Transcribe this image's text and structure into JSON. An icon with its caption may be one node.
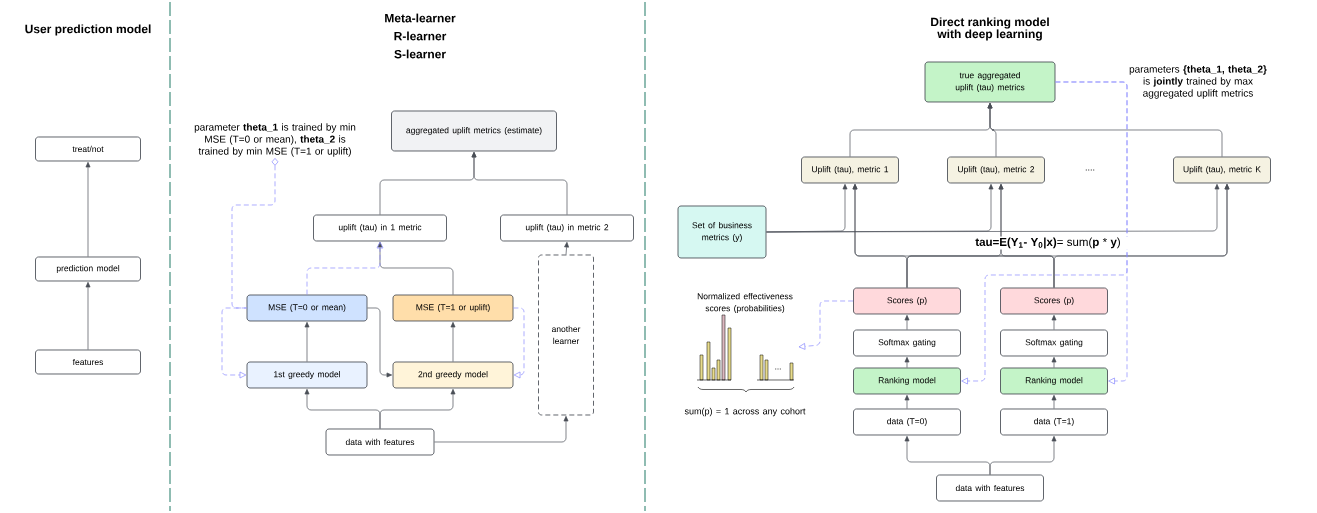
{
  "diagram": {
    "nodes": [
      {
        "text": [
          "treat/not"
        ]
      },
      {
        "text": [
          "prediction model"
        ]
      },
      {
        "text": [
          "features"
        ]
      },
      {
        "text": [
          "aggregated uplift metrics (estimate)"
        ]
      },
      {
        "text": [
          "uplift (tau) in 1 metric"
        ]
      },
      {
        "text": [
          "uplift (tau) in metric 2"
        ]
      },
      {
        "text": [
          "MSE (T=0 or mean)"
        ]
      },
      {
        "text": [
          "MSE (T=1 or uplift)"
        ]
      },
      {
        "text": [
          "another learner"
        ]
      },
      {
        "text": [
          "1st greedy model"
        ]
      },
      {
        "text": [
          "2nd greedy model"
        ]
      },
      {
        "text": [
          "data with features"
        ]
      },
      {
        "text": [
          "parameter **theta_1** is trained by min MSE (T=0 or mean), **theta_2** is trained by min MSE (T=1 or uplift)"
        ]
      },
      {
        "text": [
          "true aggregated uplift (tau) metrics"
        ]
      },
      {
        "text": [
          "Uplift (tau), metric 1"
        ]
      },
      {
        "text": [
          "Uplift (tau), metric 2"
        ]
      },
      {
        "text": [
          "Uplift (tau), metric K"
        ]
      },
      {
        "text": [
          "Set of business metrics (y)"
        ]
      },
      {
        "text": [
          "Scores (p)"
        ]
      },
      {
        "text": [
          "Scores (p)"
        ]
      },
      {
        "text": [
          "Softmax gating"
        ]
      },
      {
        "text": [
          "Softmax gating"
        ]
      },
      {
        "text": [
          "Ranking model"
        ]
      },
      {
        "text": [
          "Ranking model"
        ]
      },
      {
        "text": [
          "data (T=0)"
        ]
      },
      {
        "text": [
          "data (T=1)"
        ]
      },
      {
        "text": [
          "data with features"
        ]
      },
      {
        "text": [
          "parameters **{theta_1, theta_2}** is **jointly** trained by max aggregated uplift metrics"
        ]
      },
      {
        "text": [],
        "shape": "picture"
      }
    ],
    "edges": [
      {
        "from": 1,
        "to": 0,
        "arrow": "to"
      },
      {
        "from": 2,
        "to": 1,
        "arrow": "to"
      },
      {
        "from": 4,
        "to": 3,
        "arrow": "to"
      },
      {
        "from": 5,
        "to": 3,
        "arrow": "to"
      },
      {
        "from": 7,
        "to": 4,
        "arrow": "to"
      },
      {
        "from": 6,
        "to": 4,
        "arrow": "to",
        "style": "dashed",
        "color": "#8a8aff"
      },
      {
        "from": 9,
        "to": 6,
        "arrow": "to"
      },
      {
        "from": 10,
        "to": 7,
        "arrow": "to"
      },
      {
        "from": 6,
        "to": 10,
        "arrow": "to"
      },
      {
        "from": 11,
        "to": 9,
        "arrow": "to"
      },
      {
        "from": 11,
        "to": 10,
        "arrow": "to"
      },
      {
        "from": 11,
        "to": 8,
        "arrow": "to"
      },
      {
        "from": 8,
        "to": 5,
        "arrow": "to"
      },
      {
        "from": 6,
        "to": 9,
        "arrow": "to",
        "style": "dashed",
        "color": "#8a8aff"
      },
      {
        "from": 7,
        "to": 10,
        "arrow": "to",
        "style": "dashed",
        "color": "#8a8aff"
      },
      {
        "from": 12,
        "to": 6,
        "arrow": "other",
        "style": "dashed",
        "color": "#8a8aff"
      },
      {
        "from": 14,
        "to": 13,
        "arrow": "to"
      },
      {
        "from": 15,
        "to": 13,
        "arrow": "to"
      },
      {
        "from": 16,
        "to": 13,
        "arrow": "to"
      },
      {
        "from": 17,
        "to": 14,
        "arrow": "to"
      },
      {
        "from": 17,
        "to": 15,
        "arrow": "to"
      },
      {
        "from": 17,
        "to": 16,
        "arrow": "to"
      },
      {
        "from": 18,
        "to": 14,
        "arrow": "to"
      },
      {
        "from": 18,
        "to": 15,
        "arrow": "to"
      },
      {
        "from": 18,
        "to": 16,
        "arrow": "to"
      },
      {
        "from": 19,
        "to": 14,
        "arrow": "to"
      },
      {
        "from": 19,
        "to": 15,
        "arrow": "to"
      },
      {
        "from": 19,
        "to": 16,
        "arrow": "to"
      },
      {
        "from": 20,
        "to": 18,
        "arrow": "to"
      },
      {
        "from": 21,
        "to": 19,
        "arrow": "to"
      },
      {
        "from": 22,
        "to": 20,
        "arrow": "to"
      },
      {
        "from": 23,
        "to": 21,
        "arrow": "to"
      },
      {
        "from": 24,
        "to": 22,
        "arrow": "to"
      },
      {
        "from": 25,
        "to": 23,
        "arrow": "to"
      },
      {
        "from": 26,
        "to": 24,
        "arrow": "to"
      },
      {
        "from": 26,
        "to": 25,
        "arrow": "to"
      },
      {
        "from": 13,
        "to": 22,
        "arrow": "to",
        "style": "dashed",
        "color": "#8a8aff"
      },
      {
        "from": 13,
        "to": 23,
        "arrow": "to",
        "style": "dashed",
        "color": "#8a8aff"
      },
      {
        "from": 18,
        "to": 28,
        "arrow": "to",
        "style": "dashed",
        "color": "#8a8aff"
      }
    ],
    "labels": [
      "User prediction model",
      "Meta-learner",
      "R-learner",
      "S-learner",
      "Direct ranking model with deep learning",
      "Normalized effectiveness scores (probabilities)",
      "...",
      "sum(p) = 1 across any cohort",
      "....",
      "**tau=E(Y$_{1}$- Y$_{0}$|x)**= sum(**p** * **y**)"
    ]
  }
}
